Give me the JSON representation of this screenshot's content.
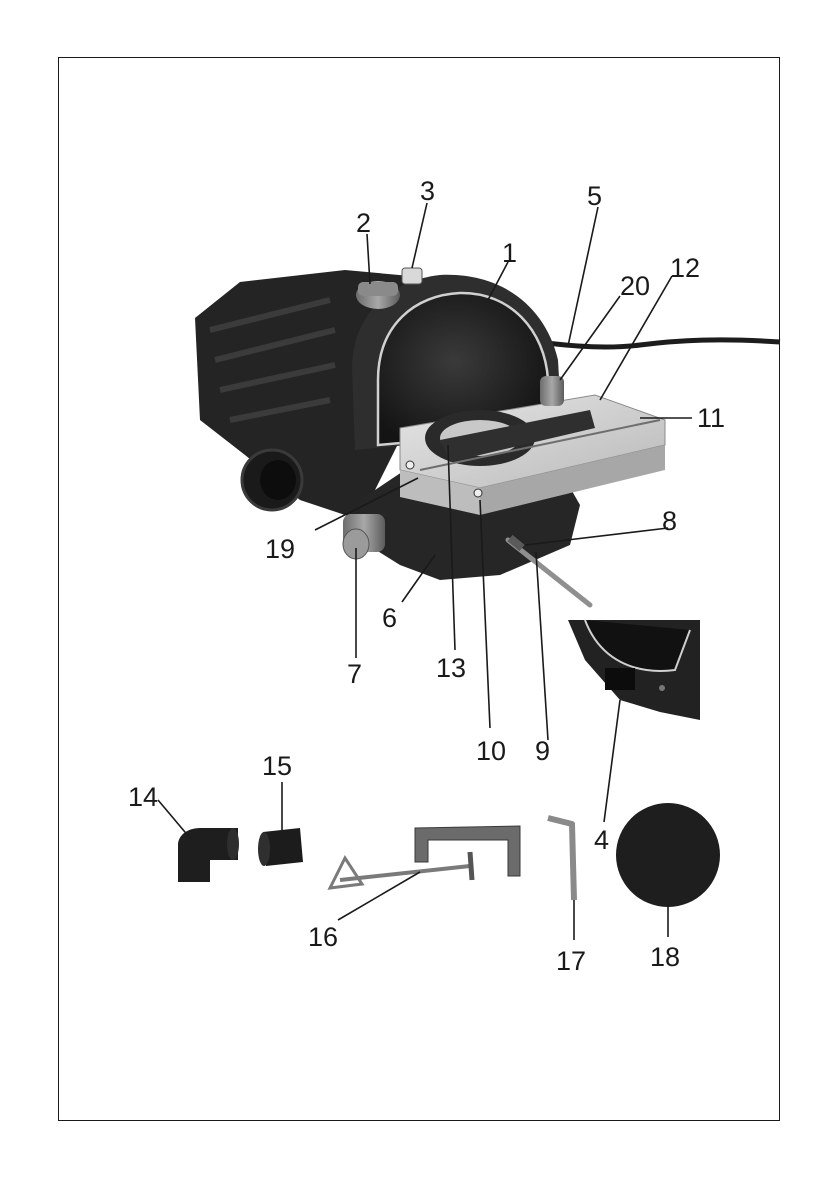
{
  "figure": {
    "title": "",
    "callouts": [
      {
        "id": "c1",
        "text": "1"
      },
      {
        "id": "c2",
        "text": "2"
      },
      {
        "id": "c3",
        "text": "3"
      },
      {
        "id": "c4",
        "text": "4"
      },
      {
        "id": "c5",
        "text": "5"
      },
      {
        "id": "c6",
        "text": "6"
      },
      {
        "id": "c7",
        "text": "7"
      },
      {
        "id": "c8",
        "text": "8"
      },
      {
        "id": "c9",
        "text": "9"
      },
      {
        "id": "c10",
        "text": "10"
      },
      {
        "id": "c11",
        "text": "11"
      },
      {
        "id": "c12",
        "text": "12"
      },
      {
        "id": "c13",
        "text": "13"
      },
      {
        "id": "c14",
        "text": "14"
      },
      {
        "id": "c15",
        "text": "15"
      },
      {
        "id": "c16",
        "text": "16"
      },
      {
        "id": "c17",
        "text": "17"
      },
      {
        "id": "c18",
        "text": "18"
      },
      {
        "id": "c19",
        "text": "19"
      },
      {
        "id": "c20",
        "text": "20"
      }
    ]
  },
  "colors": {
    "frame": "#1a1a1a",
    "housing": "#2b2b2b",
    "housing_dark": "#1c1c1c",
    "aluminium_table": "#cfcfcf",
    "knob": "#8a8a8a",
    "background": "#ffffff"
  }
}
